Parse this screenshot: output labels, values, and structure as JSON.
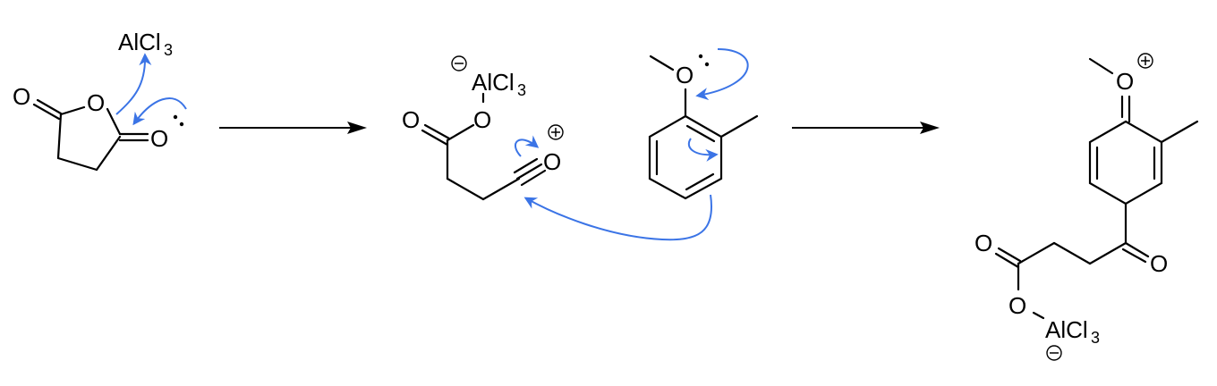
{
  "diagram": {
    "type": "reaction-mechanism",
    "description": "Friedel-Crafts acylation of 2-methylanisole with succinic anhydride / AlCl3",
    "colors": {
      "bond": "#000000",
      "curly_arrow": "#3b74e6"
    },
    "structures": [
      {
        "id": "succinic-anhydride",
        "labels": {
          "lewis_acid": "AlCl",
          "lewis_acid_sub": "3",
          "o_left": "O",
          "o_ring": "O",
          "o_right": "O"
        }
      },
      {
        "id": "acylium-intermediate",
        "labels": {
          "al": "AlCl",
          "al_sub": "3",
          "o_carbonyl": "O",
          "o_al": "O",
          "o_acylium": "O",
          "charge_al": "−",
          "charge_o": "+"
        }
      },
      {
        "id": "2-methylanisole",
        "labels": {
          "o_methoxy": "O"
        }
      },
      {
        "id": "product-oxocarbenium",
        "labels": {
          "o_methoxy": "O",
          "charge_o": "+",
          "o_ester_carbonyl": "O",
          "o_ester": "O",
          "al": "AlCl",
          "al_sub": "3",
          "charge_al": "−",
          "o_ketone": "O"
        }
      }
    ],
    "reaction_arrows": [
      {
        "from": "succinic-anhydride",
        "to": "acylium-intermediate"
      },
      {
        "from": "acylium-intermediate",
        "to": "product-oxocarbenium"
      }
    ]
  }
}
